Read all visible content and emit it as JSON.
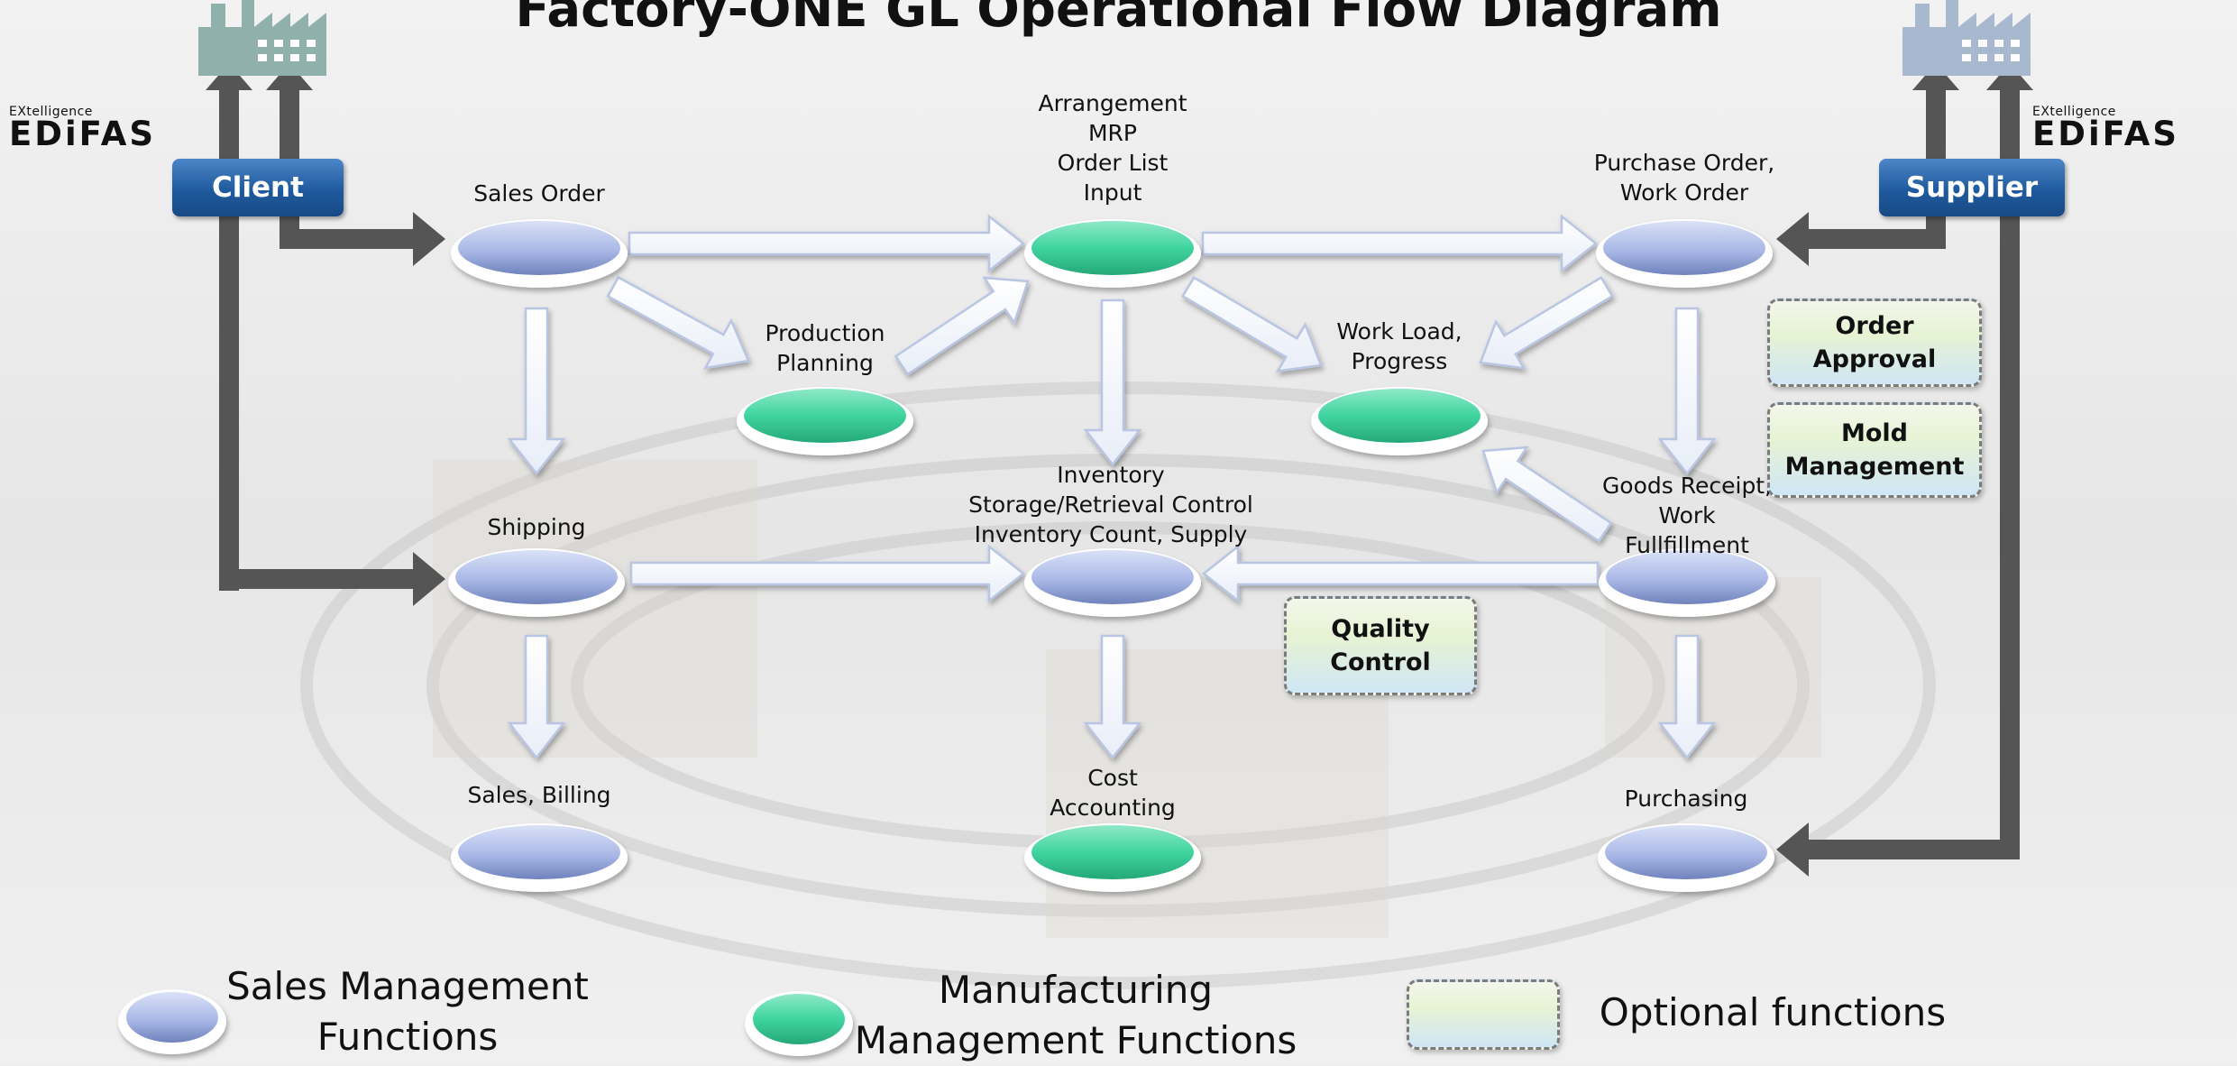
{
  "title": "Factory-ONE GL Operational Flow Diagram",
  "colors": {
    "sales_function": "#a9b8e6",
    "manufacturing_function": "#3fd49f",
    "client_supplier": "#1f5a9e",
    "connector": "#555555"
  },
  "logos": [
    {
      "tagline": "EXtelligence",
      "brand": "EDiFAS"
    },
    {
      "tagline": "EXtelligence",
      "brand": "EDiFAS"
    }
  ],
  "icons": {
    "factory": "factory-icon"
  },
  "parties": {
    "client": "Client",
    "supplier": "Supplier"
  },
  "nodes": {
    "sales_order": "Sales Order",
    "arrangement": "Arrangement\nMRP\nOrder List\nInput",
    "purchase_order": "Purchase Order,\nWork Order",
    "production_planning": "Production\nPlanning",
    "work_load": "Work Load,\nProgress",
    "shipping": "Shipping",
    "inventory": "Inventory\nStorage/Retrieval Control\nInventory Count, Supply",
    "goods_receipt": "Goods Receipt,\nWork\nFullfillment",
    "sales_billing": "Sales, Billing",
    "cost_accounting": "Cost\nAccounting",
    "purchasing": "Purchasing"
  },
  "optional_functions": {
    "order_approval": "Order\nApproval",
    "mold_management": "Mold\nManagement",
    "quality_control": "Quality Control"
  },
  "legend": {
    "sales": "Sales Management\nFunctions",
    "manufacturing": "Manufacturing\nManagement Functions",
    "optional": "Optional functions"
  }
}
